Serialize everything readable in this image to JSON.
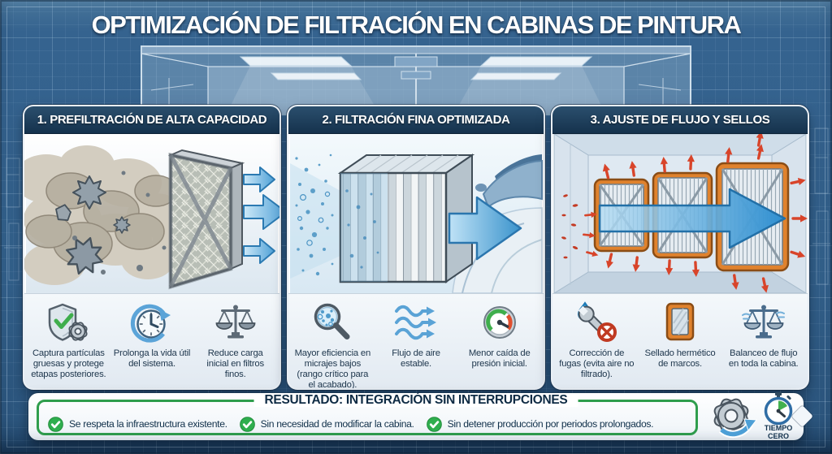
{
  "title": "OPTIMIZACIÓN DE FILTRACIÓN EN CABINAS DE PINTURA",
  "panels": [
    {
      "header": "1. PREFILTRACIÓN DE ALTA CAPACIDAD",
      "illustration": "dust-cloud-hitting-prefilter-with-clean-air-arrows",
      "items": [
        {
          "icon": "shield-check-gear-icon",
          "caption": "Captura partículas gruesas y protege etapas posteriores."
        },
        {
          "icon": "clock-refresh-icon",
          "caption": "Prolonga la vida útil del sistema."
        },
        {
          "icon": "balance-scale-icon",
          "caption": "Reduce carga inicial en filtros finos."
        }
      ]
    },
    {
      "header": "2. FILTRACIÓN FINA OPTIMIZADA",
      "illustration": "spray-mist-through-pleated-filter-toward-car",
      "items": [
        {
          "icon": "magnifier-particles-icon",
          "caption": "Mayor eficiencia en micrajes bajos (rango crítico para el acabado)."
        },
        {
          "icon": "airflow-icon",
          "caption": "Flujo de aire estable."
        },
        {
          "icon": "pressure-gauge-icon",
          "caption": "Menor caída de presión inicial."
        }
      ]
    },
    {
      "header": "3. AJUSTE DE FLUJO Y SELLOS",
      "illustration": "booth-filters-with-orange-seals-and-leak-arrows",
      "items": [
        {
          "icon": "leak-fix-icon",
          "caption": "Corrección de fugas (evita aire no filtrado)."
        },
        {
          "icon": "sealed-frame-icon",
          "caption": "Sellado hermético de marcos."
        },
        {
          "icon": "flow-balance-icon",
          "caption": "Balanceo de flujo en toda la cabina."
        }
      ]
    }
  ],
  "result": {
    "title": "RESULTADO: INTEGRACIÓN SIN INTERRUPCIONES",
    "items": [
      {
        "text": "Se respeta la infraestructura existente."
      },
      {
        "text": "Sin necesidad de modificar la cabina."
      },
      {
        "text": "Sin detener producción por periodos prolongados."
      }
    ],
    "badge": {
      "line1": "TIEMPO",
      "line2": "CERO"
    }
  },
  "colors": {
    "background_blue": "#33618c",
    "panel_header_navy": "#15324d",
    "accent_arrow_blue": "#4d9fd6",
    "seal_orange": "#e0822d",
    "leak_red": "#d8442a",
    "success_green": "#2f9e4d",
    "navy_text": "#10304a"
  }
}
